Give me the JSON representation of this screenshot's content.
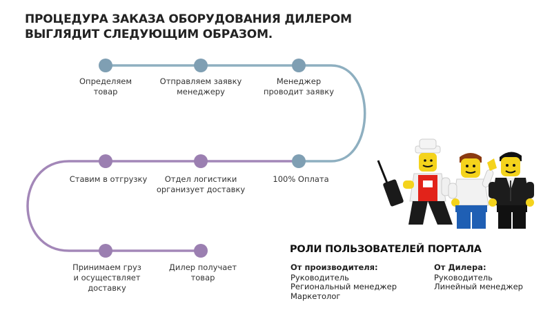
{
  "title": {
    "line1": "ПРОЦЕДУРА ЗАКАЗА ОБОРУДОВАНИЯ ДИЛЕРОМ",
    "line2": "ВЫГЛЯДИТ СЛЕДУЮЩИМ ОБРАЗОМ."
  },
  "colors": {
    "row1": "#8eafc0",
    "row1_node": "#7f9fb3",
    "row2": "#a387b8",
    "row2_node": "#9b7fb1"
  },
  "steps": [
    {
      "line1": "Определяем",
      "line2": "товар"
    },
    {
      "line1": "Отправляем заявку",
      "line2": "менеджеру"
    },
    {
      "line1": "Менеджер",
      "line2": "проводит заявку"
    },
    {
      "line1": "100% Оплата",
      "line2": ""
    },
    {
      "line1": "Отдел логистики",
      "line2": "организует доставку"
    },
    {
      "line1": "Ставим в отгрузку",
      "line2": ""
    },
    {
      "line1": "Принимаем груз",
      "line2": "и осуществляет",
      "line3": "доставку"
    },
    {
      "line1": "Дилер получает",
      "line2": "товар"
    }
  ],
  "roles": {
    "title": "РОЛИ ПОЛЬЗОВАТЕЛЕЙ ПОРТАЛА",
    "manufacturer": {
      "heading": "От производителя:",
      "items": [
        "Руководитель",
        "Региональный менеджер",
        "Маркетолог"
      ]
    },
    "dealer": {
      "heading": "От Дилера:",
      "items": [
        "Руководитель",
        "Линейный менеджер"
      ]
    }
  }
}
